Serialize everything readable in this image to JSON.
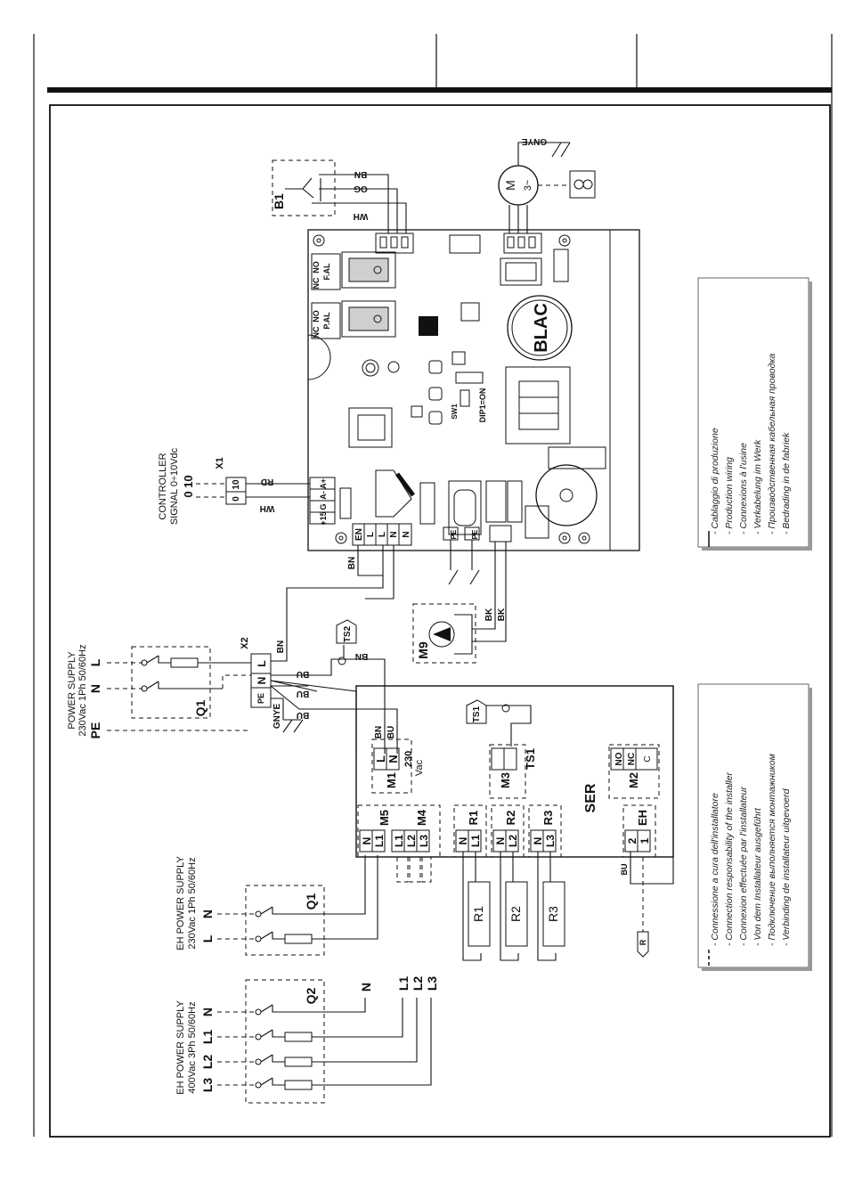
{
  "page": {
    "frame_color": "#111111"
  },
  "power_supply": {
    "line1": "POWER SUPPLY",
    "line2": "230Vac 1Ph 50/60Hz",
    "pe": "PE",
    "n": "N",
    "l": "L",
    "q1": "Q1",
    "x2": "X2",
    "x2_terms": [
      "PE",
      "N",
      "L"
    ]
  },
  "controller": {
    "line1": "CONTROLLER",
    "line2": "SIGNAL 0÷10Vdc",
    "values": "0 10",
    "x1": "X1",
    "x1_terms": [
      "0",
      "10"
    ]
  },
  "eh_supply_1ph": {
    "line1": "EH POWER SUPPLY",
    "line2": "230Vac 1Ph 50/60Hz",
    "l": "L",
    "n": "N",
    "q1": "Q1"
  },
  "eh_supply_3ph": {
    "line1": "EH POWER SUPPLY",
    "line2": "400Vac 3Ph 50/60Hz",
    "l3": "L3",
    "l2": "L2",
    "l1": "L1",
    "n": "N",
    "q2": "Q2",
    "outs": [
      "N",
      "L1",
      "L2",
      "L3"
    ]
  },
  "wires": {
    "bn": "BN",
    "bu": "BU",
    "wh": "WH",
    "og": "OG",
    "rd": "RD",
    "bk": "BK",
    "gnye": "GNYE",
    "pe": "PE"
  },
  "components": {
    "b1": "B1",
    "m9": "M9",
    "ts2": "TS2",
    "ts1": "TS1",
    "motor": "M",
    "motor_phase": "3~",
    "r": "R",
    "r1": "R1",
    "r2": "R2",
    "r3": "R3"
  },
  "board": {
    "brand": "BLAC",
    "fal": "F.AL",
    "pal": "P.AL",
    "no": "NO",
    "nc": "NC",
    "m1_terms": [
      "EN",
      "L",
      "L",
      "N",
      "N"
    ],
    "ctrl_terms": [
      "A+",
      "A-",
      "G",
      "+15"
    ],
    "dip": "DIP1=ON",
    "sw": "SW1"
  },
  "ser": {
    "title": "SER",
    "m1": "M1",
    "m1_l": "L",
    "m1_n": "N",
    "v230": "230",
    "vac": "Vac",
    "m3": "M3",
    "ts1": "TS1",
    "m2": "M2",
    "m2_terms": [
      "NO",
      "NC",
      "C"
    ],
    "m5": "M5",
    "m4": "M4",
    "m5_terms": [
      "N",
      "L1"
    ],
    "m4_terms": [
      "L1",
      "L2",
      "L3"
    ],
    "r1": "R1",
    "r2": "R2",
    "r3": "R3",
    "r1_terms": [
      "N",
      "L1"
    ],
    "r2_terms": [
      "N",
      "L2"
    ],
    "r3_terms": [
      "N",
      "L3"
    ],
    "eh": "EH",
    "eh_terms": [
      "2",
      "1"
    ]
  },
  "legend": {
    "production": [
      "- Cablaggio di produzione",
      "- Production wiring",
      "- Connexions à l'usine",
      "- Verkabelung im Werk",
      "- Производственная кабельная проводка",
      "- Bedrading in de fabriek"
    ],
    "installer": [
      "- Connessione a cura dell'installatore",
      "- Connection responsability of the installer",
      "- Connexion effectuée par l'installateur",
      "- Von dem Installateur ausgeführt",
      "- Подключение выполняется монтажником",
      "- Verbinding de installateur uitgevoerd"
    ]
  }
}
